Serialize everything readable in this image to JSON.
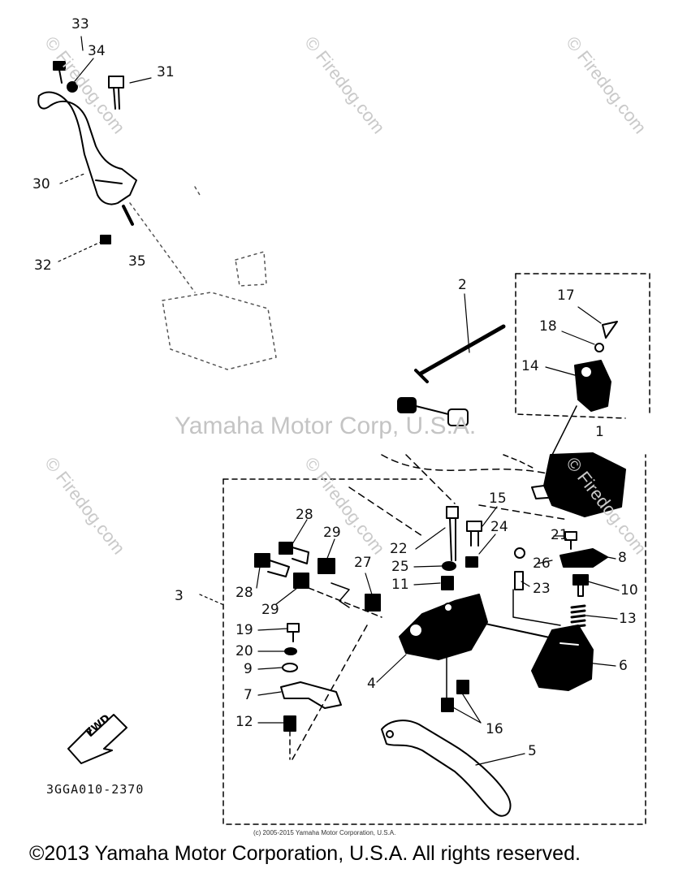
{
  "watermarks": {
    "diagonal_text": "© Firedog.com",
    "center_text": "Yamaha Motor Corp, U.S.A."
  },
  "callouts": [
    "33",
    "34",
    "31",
    "30",
    "32",
    "35",
    "2",
    "17",
    "18",
    "14",
    "1",
    "15",
    "28",
    "29",
    "22",
    "24",
    "21",
    "26",
    "8",
    "25",
    "11",
    "27",
    "28",
    "29",
    "10",
    "23",
    "13",
    "3",
    "19",
    "20",
    "9",
    "7",
    "4",
    "6",
    "12",
    "16",
    "5"
  ],
  "diagram_code": "3GGA010-2370",
  "fwd_label": "FWD",
  "small_copyright": "(c) 2005-2015 Yamaha Motor Corporation, U.S.A.",
  "copyright": "©2013 Yamaha Motor Corporation, U.S.A. All rights reserved."
}
